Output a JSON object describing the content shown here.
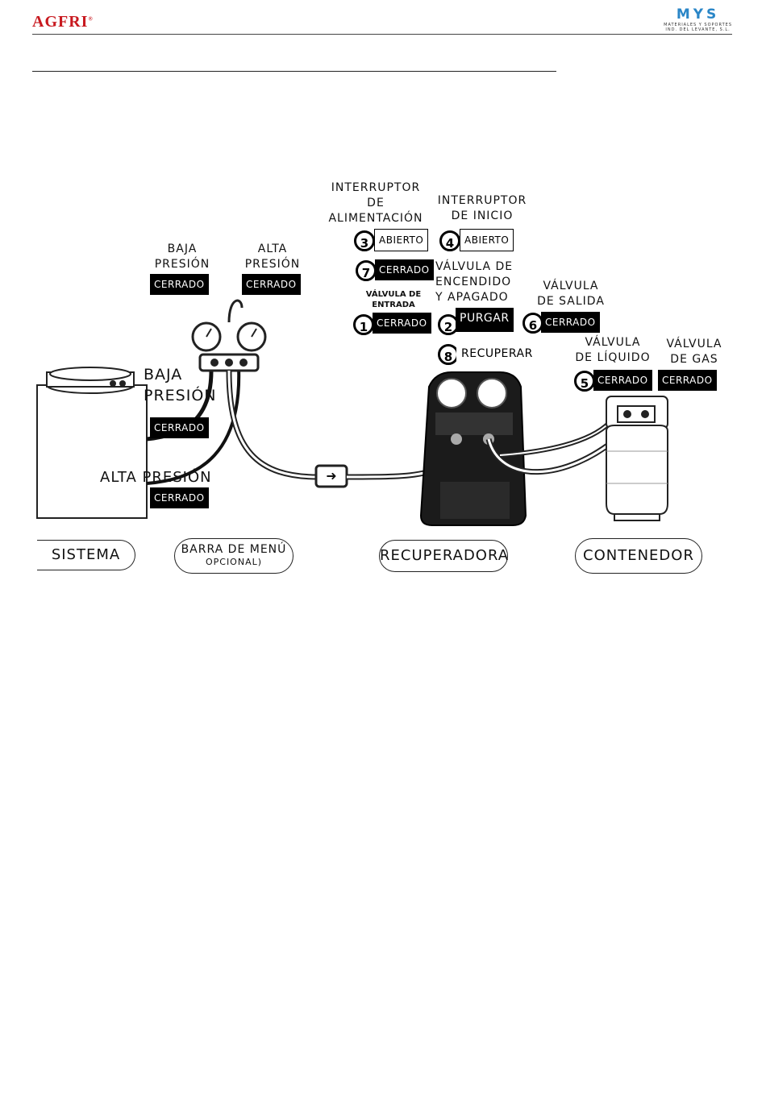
{
  "header": {
    "brand_left": "AGFRI",
    "brand_left_mark": "®",
    "brand_right": "MYS",
    "brand_right_sub1": "MATERIALES Y SOPORTES",
    "brand_right_sub2": "IND. DEL LEVANTE, S.L."
  },
  "labels": {
    "power_switch": "INTERRUPTOR\nDE\nALIMENTACIÓN",
    "start_switch": "INTERRUPTOR\nDE INICIO",
    "low_pressure_top": "BAJA\nPRESIÓN",
    "high_pressure_top": "ALTA\nPRESIÓN",
    "onoff_valve": "VÁLVULA DE\nENCENDIDO\nY APAGADO",
    "inlet_valve": "VÁLVULA DE\nENTRADA",
    "outlet_valve": "VÁLVULA\nDE SALIDA",
    "liquid_valve": "VÁLVULA\nDE LÍQUIDO",
    "gas_valve": "VÁLVULA\nDE GAS",
    "low_pressure_system": "BAJA\nPRESIÓN",
    "high_pressure_system": "ALTA PRESIÓN"
  },
  "badges": {
    "power_num": "3",
    "power_state": "ABIERTO",
    "start_num": "4",
    "start_state": "ABIERTO",
    "step7_num": "7",
    "step7_state": "CERRADO",
    "inlet_num": "1",
    "inlet_state": "CERRADO",
    "onoff_num": "2",
    "onoff_state": "PURGAR",
    "outlet_num": "6",
    "outlet_state": "CERRADO",
    "recover_num": "8",
    "recover_state": "RECUPERAR",
    "liquid_num": "5",
    "liquid_state": "CERRADO",
    "gas_state": "CERRADO",
    "low_top_state": "CERRADO",
    "high_top_state": "CERRADO",
    "low_system_state": "CERRADO",
    "high_system_state": "CERRADO"
  },
  "sections": {
    "system": "SISTEMA",
    "menu_bar": "BARRA DE MENÚ",
    "menu_bar_sub": "OPCIONAL)",
    "recovery": "RECUPERADORA",
    "container": "CONTENEDOR"
  },
  "icons": {
    "filter_arrow": "arrow-right-icon"
  }
}
